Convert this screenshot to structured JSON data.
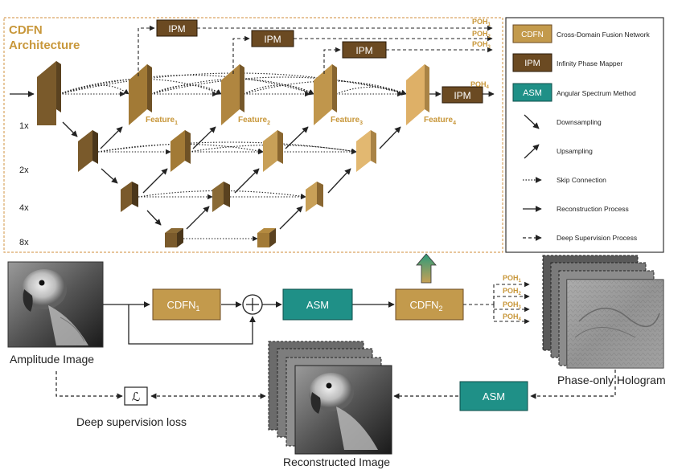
{
  "architecture": {
    "title_line1": "CDFN",
    "title_line2": "Architecture",
    "scales": [
      "1x",
      "2x",
      "4x",
      "8x"
    ],
    "features": [
      "Feature1",
      "Feature2",
      "Feature3",
      "Feature4"
    ],
    "feature_base": "Feature",
    "feature_subs": [
      "1",
      "2",
      "3",
      "4"
    ],
    "ipm_label": "IPM",
    "poh_outputs": [
      "POH1",
      "POH2",
      "POH3",
      "POH4"
    ],
    "poh_base": "POH",
    "poh_subs": [
      "1",
      "2",
      "3",
      "4"
    ]
  },
  "legend": {
    "items": [
      {
        "badge": "CDFN",
        "text": "Cross-Domain Fusion Network",
        "color": "#c39a4c"
      },
      {
        "badge": "IPM",
        "text": "Infinity Phase Mapper",
        "color": "#6b4a22"
      },
      {
        "badge": "ASM",
        "text": "Angular Spectrum Method",
        "color": "#1f9087"
      },
      {
        "text": "Downsampling"
      },
      {
        "text": "Upsampling"
      },
      {
        "text": "Skip Connection"
      },
      {
        "text": "Reconstruction Process"
      },
      {
        "text": "Deep Supervision Process"
      }
    ]
  },
  "pipeline": {
    "amplitude_label": "Amplitude Image",
    "cdfn1_base": "CDFN",
    "cdfn1_sub": "1",
    "asm_label": "ASM",
    "cdfn2_base": "CDFN",
    "cdfn2_sub": "2",
    "hologram_label": "Phase-only Hologram",
    "asm2_label": "ASM",
    "loss_symbol": "ℒ",
    "loss_label": "Deep supervision loss",
    "reconstructed_label": "Reconstructed Image"
  },
  "colors": {
    "cdfn": "#c39a4c",
    "ipm": "#6b4a22",
    "asm": "#1f9087",
    "accent_text": "#c8973a",
    "dashed_border": "#d9a560"
  }
}
